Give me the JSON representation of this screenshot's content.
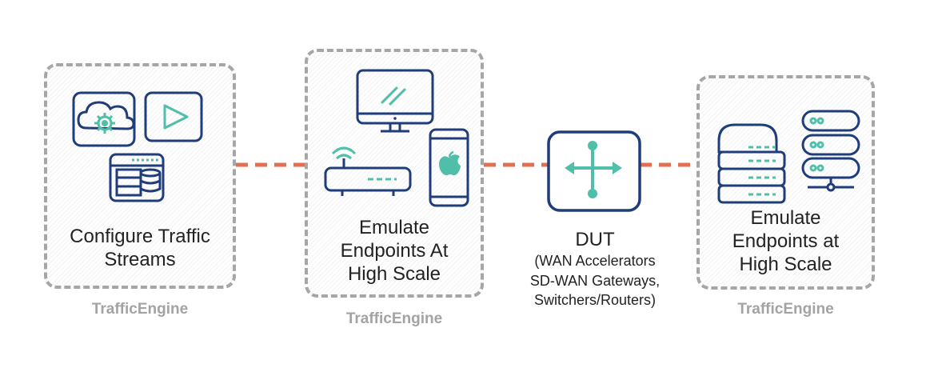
{
  "colors": {
    "navy": "#1f3d7a",
    "teal": "#4fbfaa",
    "connector": "#e0704f",
    "panel_border": "#a6a6a6",
    "caption": "#a3a3a3"
  },
  "panels": [
    {
      "label": "Configure Traffic\nStreams",
      "caption": "TrafficEngine",
      "icons": [
        "cloud-settings-icon",
        "video-play-icon",
        "database-server-icon"
      ]
    },
    {
      "label": "Emulate\nEndpoints At\nHigh Scale",
      "caption": "TrafficEngine",
      "icons": [
        "desktop-monitor-icon",
        "wifi-router-icon",
        "smartphone-icon"
      ]
    },
    {
      "label": "Emulate\nEndpoints at\nHigh Scale",
      "caption": "TrafficEngine",
      "icons": [
        "server-stack-icon",
        "server-rack-icon"
      ]
    }
  ],
  "dut": {
    "title": "DUT",
    "lines": [
      "(WAN Accelerators",
      "SD-WAN Gateways,",
      "Switchers/Routers)"
    ],
    "icon": "routing-arrows-icon"
  }
}
